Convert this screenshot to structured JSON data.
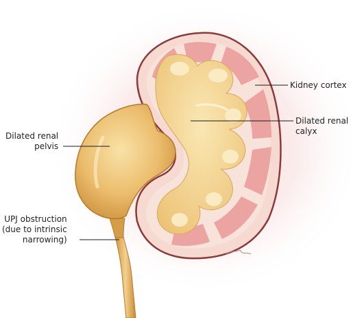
{
  "colors": {
    "background": "#ffffff",
    "kidney_outline": "#8b3a3a",
    "cortex": "#f6d9d0",
    "medulla_pink": "#e99a97",
    "fluid_light": "#f6dca0",
    "fluid_mid": "#e9b86a",
    "fluid_dark": "#c98a35",
    "halo": "#f3c7c9",
    "leader_line": "#1a1a1a",
    "label_text": "#222222"
  },
  "labels": {
    "kidney_cortex": "Kidney cortex",
    "dilated_calyx": "Dilated renal\ncalyx",
    "dilated_pelvis": "Dilated renal\npelvis",
    "upj_obstruction": "UPJ obstruction\n(due to intrinsic\nnarrowing)"
  }
}
